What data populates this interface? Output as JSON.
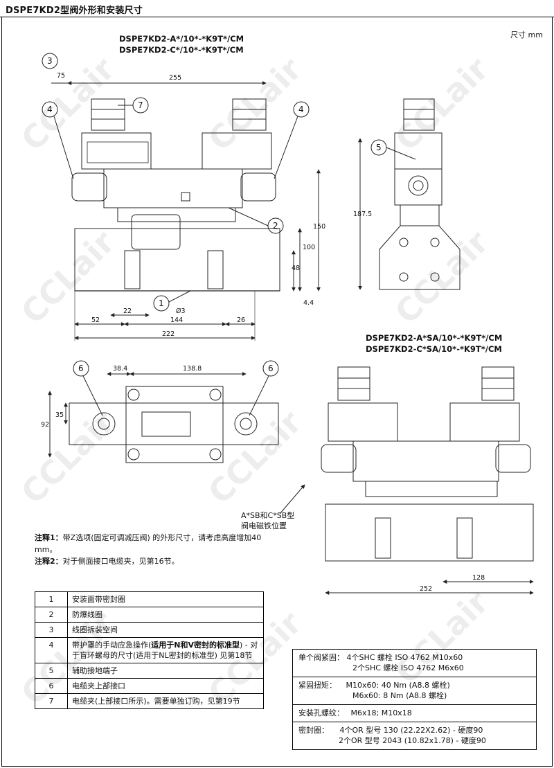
{
  "header": {
    "title": "DSPE7KD2型阀外形和安装尺寸",
    "unit": "尺寸  mm"
  },
  "models": {
    "top_1": "DSPE7KD2-A*/10*-*K9T*/CM",
    "top_2": "DSPE7KD2-C*/10*-*K9T*/CM",
    "sa_1": "DSPE7KD2-A*SA/10*-*K9T*/CM",
    "sa_2": "DSPE7KD2-C*SA/10*-*K9T*/CM"
  },
  "dims": {
    "d75": "75",
    "d255": "255",
    "d150": "150",
    "d100": "100",
    "d48": "48",
    "d4_4": "4.4",
    "d22": "22",
    "d3": "Ø3",
    "d52": "52",
    "d144": "144",
    "d26": "26",
    "d222": "222",
    "d187_5": "187.5",
    "d38_4": "38.4",
    "d138_8": "138.8",
    "d35": "35",
    "d92": "92",
    "d128": "128",
    "d252": "252"
  },
  "balloons": {
    "b1": "1",
    "b2": "2",
    "b3": "3",
    "b4": "4",
    "b5": "5",
    "b6": "6",
    "b7": "7"
  },
  "sb_note": {
    "line1": "A*SB和C*SB型",
    "line2": "阀电磁铁位置"
  },
  "notes": {
    "n1_label": "注释1：",
    "n1_text": "带Z选项(固定可调减压阀) 的外形尺寸，请考虑高度增加40 mm。",
    "n2_label": "注释2：",
    "n2_text": "对于侧面接口电缆夹，见第16节。"
  },
  "legend": [
    {
      "num": "1",
      "text": "安装面带密封圈"
    },
    {
      "num": "2",
      "text": "防爆线圈"
    },
    {
      "num": "3",
      "text": "线圈拆装空间"
    },
    {
      "num": "4",
      "text_a": "带护罩的手动应急操作(",
      "text_b": "适用于N和V密封的标准型",
      "text_c": ") - 对于盲环螺母的尺寸(适用于NL密封的标准型) 见第18节"
    },
    {
      "num": "5",
      "text": "辅助接地端子"
    },
    {
      "num": "6",
      "text": "电缆夹上部接口"
    },
    {
      "num": "7",
      "text": "电缆夹(上部接口所示)。需要单独订购，见第19节"
    }
  ],
  "spec": [
    {
      "label": "单个阀紧固：",
      "lines": [
        "4个SHC 螺栓 ISO 4762 M10x60",
        "2个SHC 螺栓 ISO 4762 M6x60"
      ]
    },
    {
      "label": "紧固扭矩：",
      "lines": [
        "M10x60: 40 Nm (A8.8 螺栓)",
        "M6x60:  8 Nm (A8.8 螺栓)"
      ]
    },
    {
      "label": "安装孔螺纹：",
      "lines": [
        "M6x18; M10x18"
      ]
    },
    {
      "label": "密封圈：",
      "lines": [
        "4个OR 型号 130 (22.22X2.62) - 硬度90",
        "2个OR 型号 2043 (10.82x1.78) - 硬度90"
      ]
    }
  ],
  "watermark": "CCLair"
}
